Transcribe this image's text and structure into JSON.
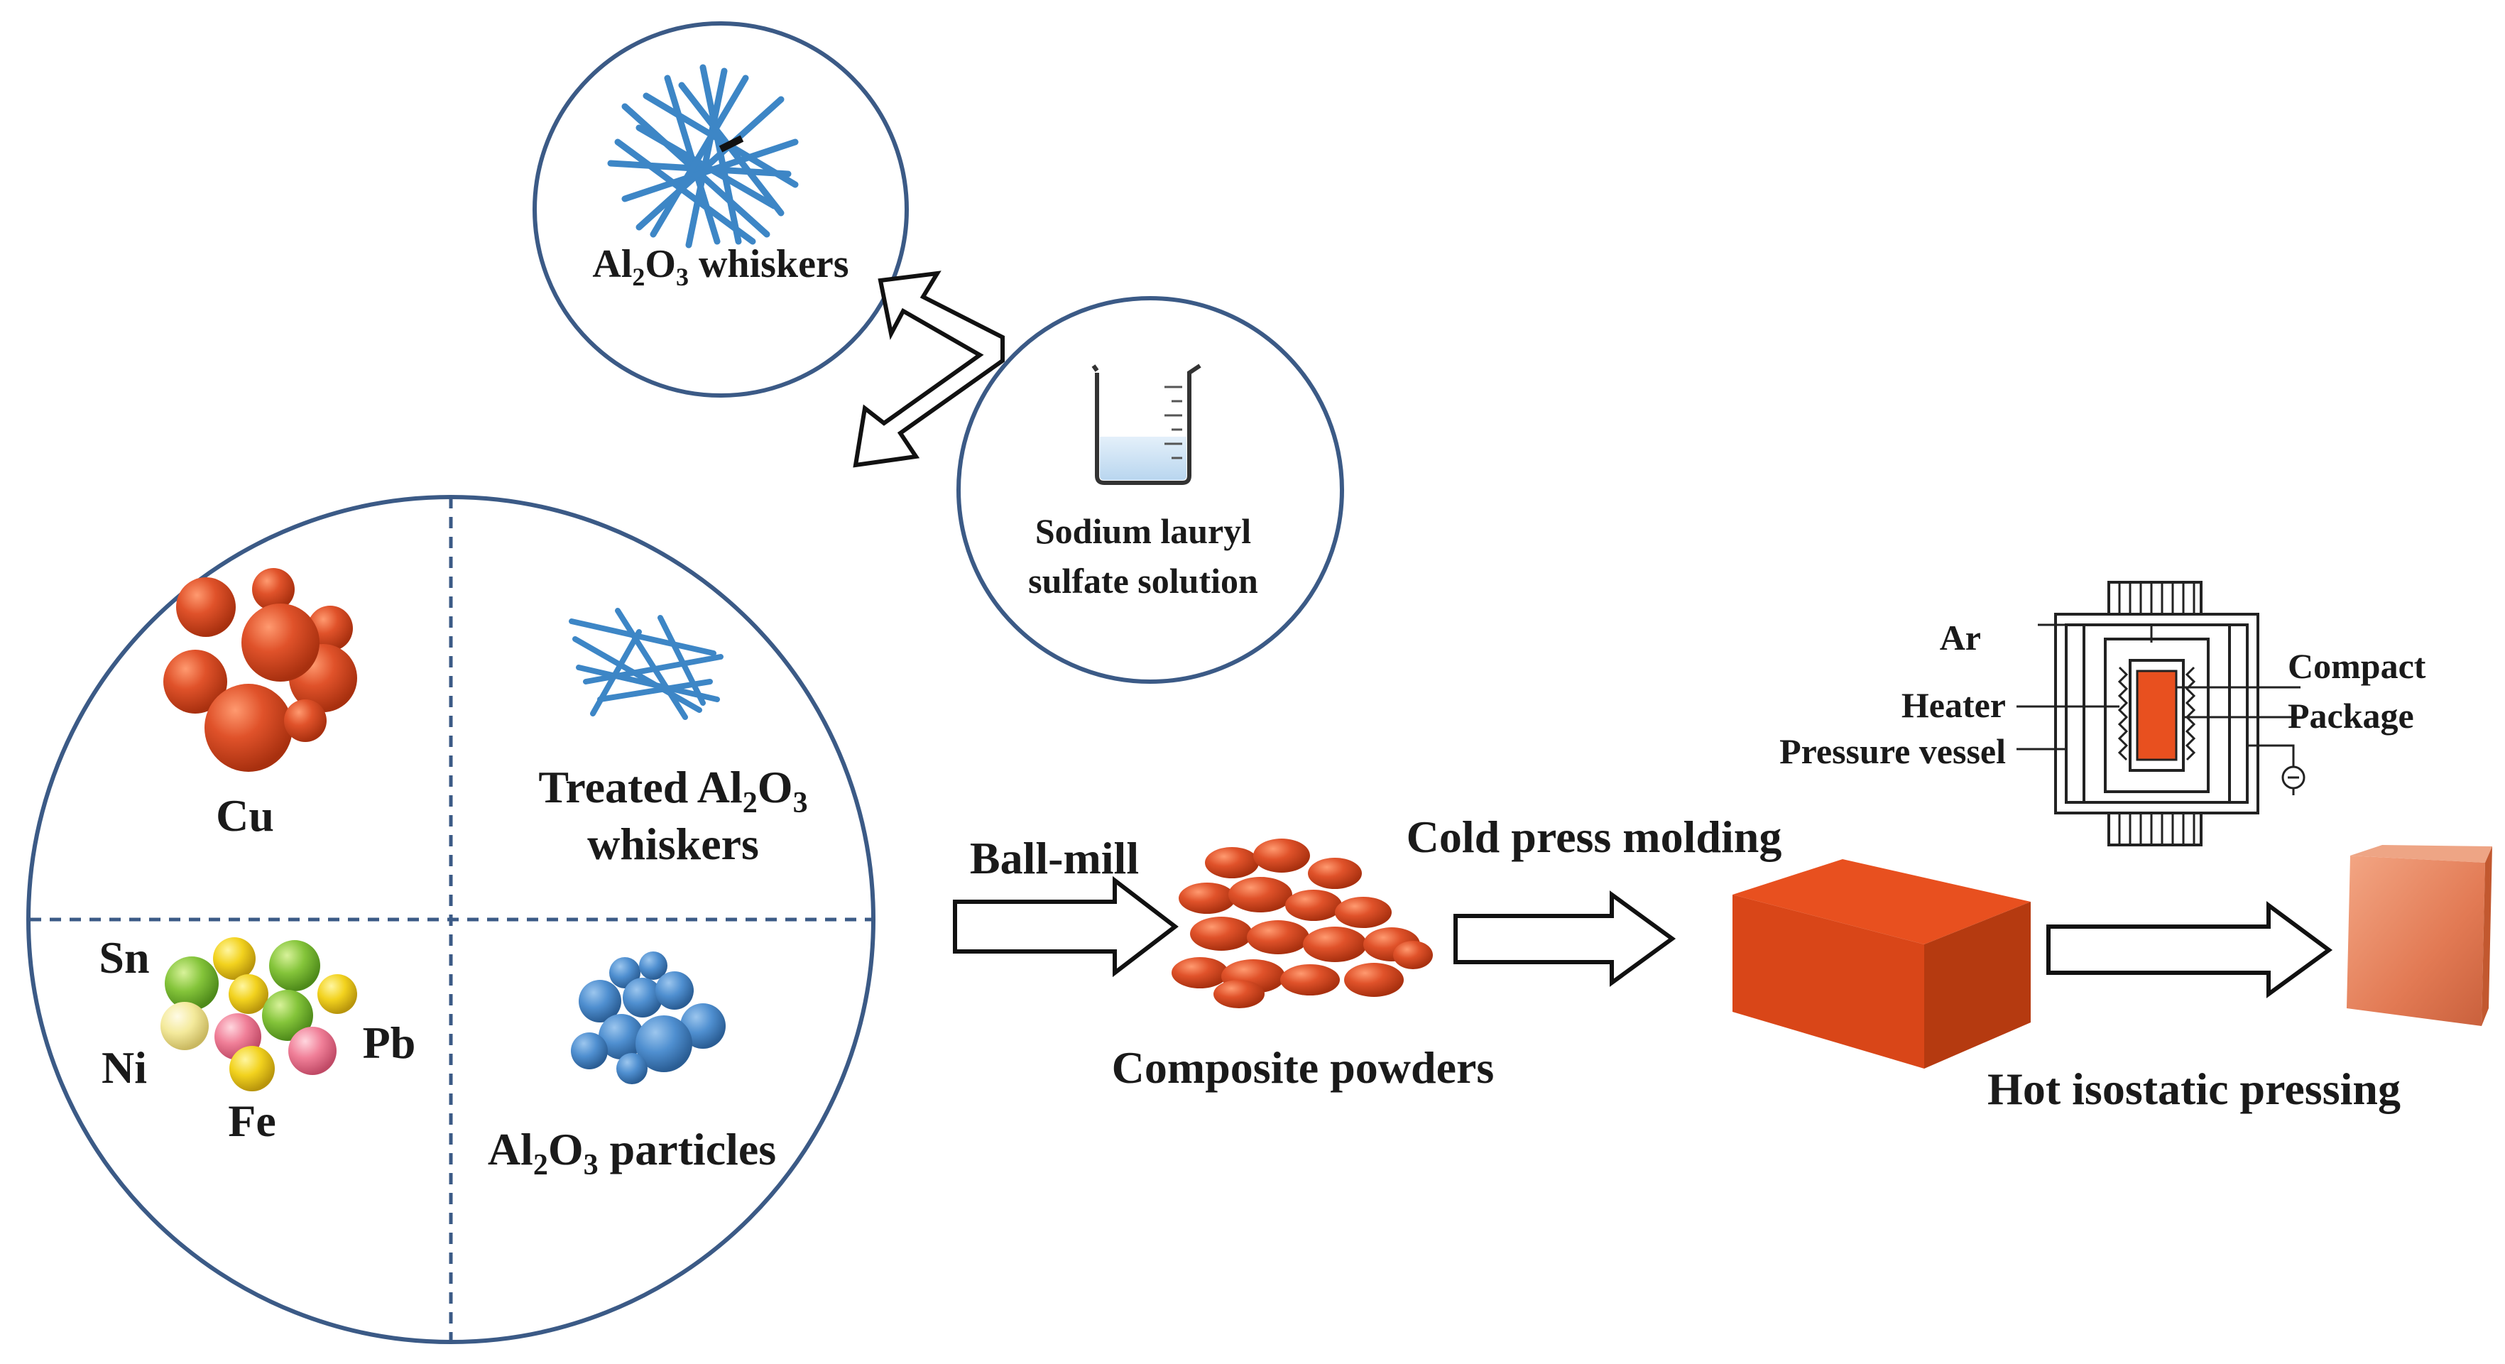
{
  "labels": {
    "al2o3_whiskers_a": "Al",
    "al2o3_whiskers_b": "2",
    "al2o3_whiskers_c": "O",
    "al2o3_whiskers_d": "3",
    "al2o3_whiskers_e": " whiskers",
    "sls_line1": "Sodium lauryl",
    "sls_line2": "sulfate solution",
    "cu": "Cu",
    "treated_a": "Treated Al",
    "treated_b": "2",
    "treated_c": "O",
    "treated_d": "3",
    "treated_line2": "whiskers",
    "sn": "Sn",
    "ni": "Ni",
    "pb": "Pb",
    "fe": "Fe",
    "particles_a": "Al",
    "particles_b": "2",
    "particles_c": "O",
    "particles_d": "3",
    "particles_e": " particles",
    "ball_mill": "Ball-mill",
    "composite_powders": "Composite powders",
    "cold_press": "Cold press molding",
    "hip": "Hot isostatic pressing",
    "ar": "Ar",
    "heater": "Heater",
    "pressure_vessel": "Pressure vessel",
    "compact": "Compact",
    "package": "Package"
  },
  "colors": {
    "circle_stroke": "#3b5a86",
    "copper": "#e0522a",
    "whisker_blue": "#3d86c6",
    "particle_blue": "#4f8fd0",
    "compact_red": "#e8501f",
    "final_sample": "#e98a66"
  }
}
